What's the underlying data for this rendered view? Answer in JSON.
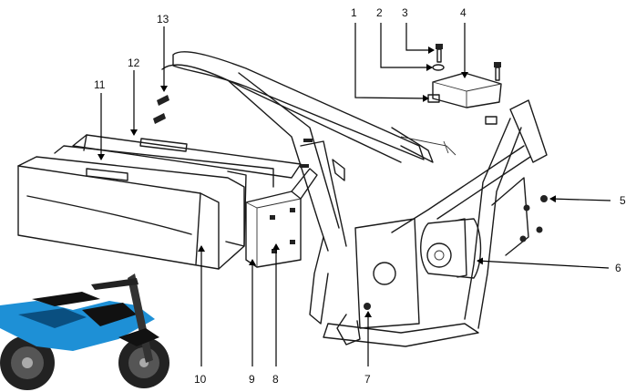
{
  "callouts": {
    "c1": "1",
    "c2": "2",
    "c3": "3",
    "c4": "4",
    "c5": "5",
    "c6": "6",
    "c7": "7",
    "c8": "8",
    "c9": "9",
    "c10": "10",
    "c11": "11",
    "c12": "12",
    "c13": "13"
  },
  "colors": {
    "bike_blue": "#1e90d6",
    "line": "#1a1a1a"
  }
}
